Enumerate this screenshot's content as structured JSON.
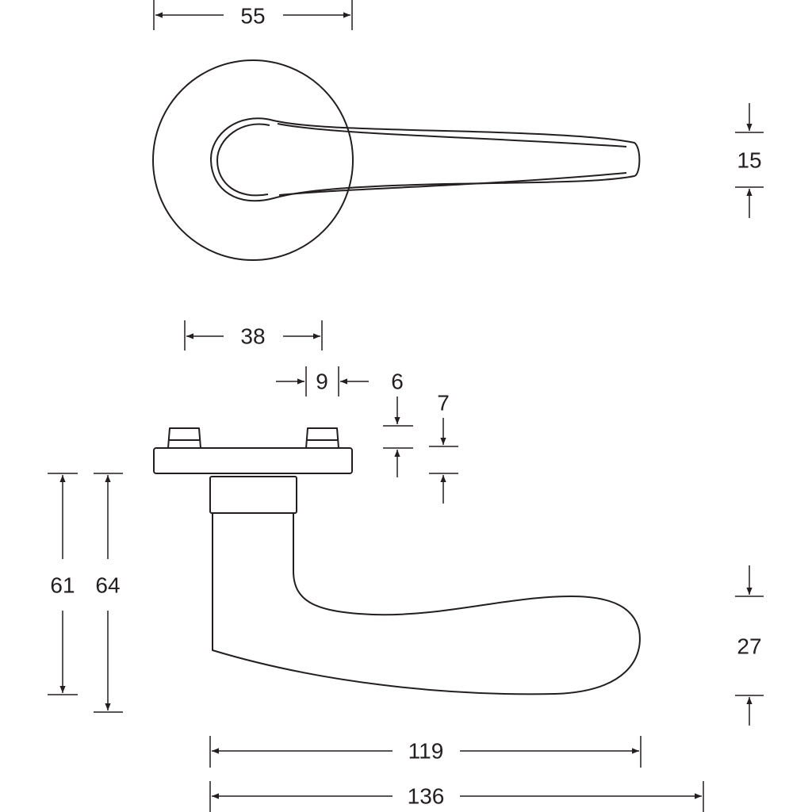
{
  "dimensions": {
    "rosette_diameter": "55",
    "lever_width_top": "15",
    "plate_width": "38",
    "pin_width": "9",
    "pin_height": "6",
    "plate_thickness": "7",
    "height_a": "61",
    "height_b": "64",
    "grip_height": "27",
    "lever_length": "119",
    "overall_length": "136"
  }
}
